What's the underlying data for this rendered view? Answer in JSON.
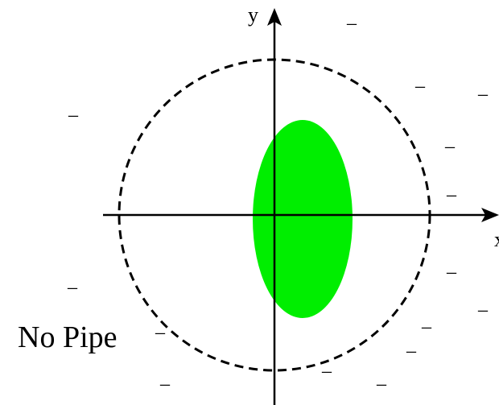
{
  "diagram": {
    "axis_x_label": "x",
    "axis_y_label": "y",
    "caption": "No Pipe",
    "charge_symbol": "–",
    "charge_count": 15,
    "colors": {
      "blob_fill": "#00ee00",
      "axis": "#000000",
      "boundary": "#000000",
      "background": "#ffffff"
    },
    "boundary_style": "dashed"
  }
}
